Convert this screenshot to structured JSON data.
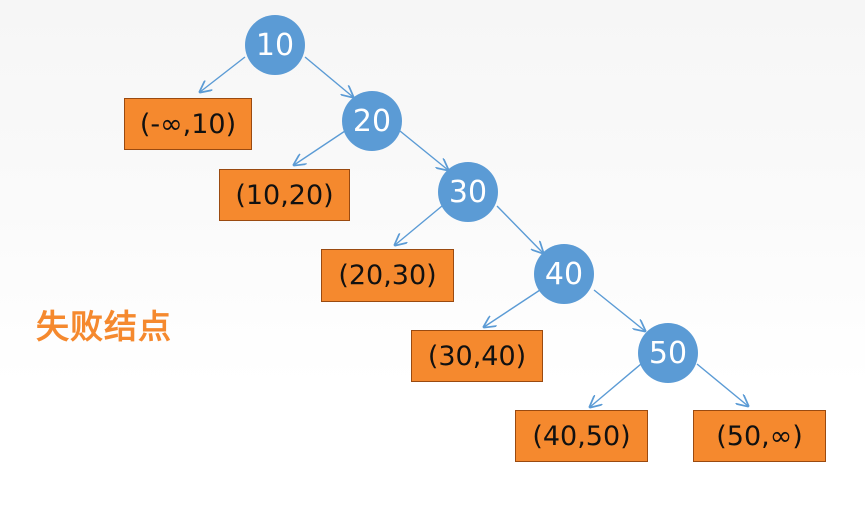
{
  "label": "失败结点",
  "nodes": [
    {
      "id": "n10",
      "text": "10"
    },
    {
      "id": "n20",
      "text": "20"
    },
    {
      "id": "n30",
      "text": "30"
    },
    {
      "id": "n40",
      "text": "40"
    },
    {
      "id": "n50",
      "text": "50"
    }
  ],
  "leaves": [
    {
      "id": "f0",
      "text": "(-∞,10)"
    },
    {
      "id": "f1",
      "text": "(10,20)"
    },
    {
      "id": "f2",
      "text": "(20,30)"
    },
    {
      "id": "f3",
      "text": "(30,40)"
    },
    {
      "id": "f4",
      "text": "(40,50)"
    },
    {
      "id": "f5",
      "text": "(50,∞)"
    }
  ],
  "colors": {
    "node_fill": "#5b9bd5",
    "leaf_fill": "#f5892e",
    "edge": "#5b9bd5",
    "label": "#f5892e"
  }
}
